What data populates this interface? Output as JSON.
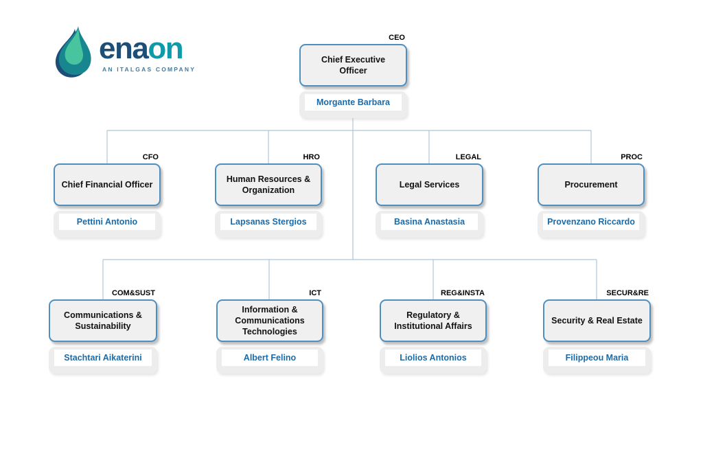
{
  "logo": {
    "brand_primary": "ena",
    "brand_secondary": "on",
    "tagline": "AN ITALGAS COMPANY",
    "icon": "flame-drop-icon",
    "colors": {
      "navy": "#1d4e78",
      "teal": "#0e9aa8",
      "flame_teal": "#17868f",
      "flame_mint": "#48c49e"
    }
  },
  "org_chart": {
    "type": "organization-chart",
    "nodes": [
      {
        "id": "ceo",
        "code": "CEO",
        "title": "Chief Executive Officer",
        "name": "Morgante Barbara",
        "reports_to": null
      },
      {
        "id": "cfo",
        "code": "CFO",
        "title": "Chief Financial Officer",
        "name": "Pettini Antonio",
        "reports_to": "ceo"
      },
      {
        "id": "hro",
        "code": "HRO",
        "title": "Human Resources & Organization",
        "name": "Lapsanas Stergios",
        "reports_to": "ceo"
      },
      {
        "id": "legal",
        "code": "LEGAL",
        "title": "Legal Services",
        "name": "Basina Anastasia",
        "reports_to": "ceo"
      },
      {
        "id": "proc",
        "code": "PROC",
        "title": "Procurement",
        "name": "Provenzano Riccardo",
        "reports_to": "ceo"
      },
      {
        "id": "comsust",
        "code": "COM&SUST",
        "title": "Communications & Sustainability",
        "name": "Stachtari Aikaterini",
        "reports_to": "ceo"
      },
      {
        "id": "ict",
        "code": "ICT",
        "title": "Information & Communications Technologies",
        "name": "Albert Felino",
        "reports_to": "ceo"
      },
      {
        "id": "reginsta",
        "code": "REG&INSTA",
        "title": "Regulatory & Institutional Affairs",
        "name": "Liolios Antonios",
        "reports_to": "ceo"
      },
      {
        "id": "securre",
        "code": "SECUR&RE",
        "title": "Security & Real Estate",
        "name": "Filippeou Maria",
        "reports_to": "ceo"
      }
    ]
  },
  "colors": {
    "box_border": "#4e8fbf",
    "box_fill": "#f0f0f0",
    "name_text": "#1c6ba6",
    "label_text": "#000000",
    "connector_line": "#adc6d8"
  }
}
